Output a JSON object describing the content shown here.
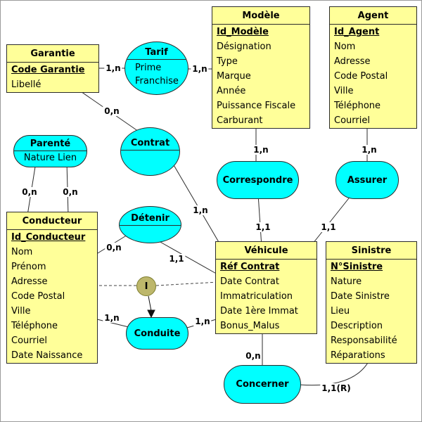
{
  "diagram": {
    "type": "merise-mcd-er-diagram",
    "colors": {
      "entity_fill": "#FFFF99",
      "association_fill": "#00FFFF",
      "constraint_fill": "#BDB76B",
      "line": "#2B2B2B"
    },
    "entities": {
      "garantie": {
        "title": "Garantie",
        "pk": "Code Garantie",
        "attrs": [
          "Libellé"
        ]
      },
      "modele": {
        "title": "Modèle",
        "pk": "Id_Modèle",
        "attrs": [
          "Désignation",
          "Type",
          "Marque",
          "Année",
          "Puissance Fiscale",
          "Carburant"
        ]
      },
      "agent": {
        "title": "Agent",
        "pk": "Id_Agent",
        "attrs": [
          "Nom",
          "Adresse",
          "Code Postal",
          "Ville",
          "Téléphone",
          "Courriel"
        ]
      },
      "conducteur": {
        "title": "Conducteur",
        "pk": "Id_Conducteur",
        "attrs": [
          "Nom",
          "Prénom",
          "Adresse",
          "Code Postal",
          "Ville",
          "Téléphone",
          "Courriel",
          "Date Naissance"
        ]
      },
      "vehicule": {
        "title": "Véhicule",
        "pk": "Réf Contrat",
        "attrs": [
          "Date Contrat",
          "Immatriculation",
          "Date 1ère Immat",
          "Bonus_Malus"
        ]
      },
      "sinistre": {
        "title": "Sinistre",
        "pk": "N°Sinistre",
        "attrs": [
          "Nature",
          "Date Sinistre",
          "Lieu",
          "Description",
          "Responsabilité",
          "Réparations"
        ]
      }
    },
    "associations": {
      "tarif": {
        "title": "Tarif",
        "attrs": [
          "Prime",
          "Franchise"
        ]
      },
      "parente": {
        "title": "Parenté",
        "attrs": [
          "Nature Lien"
        ]
      },
      "contrat": {
        "title": "Contrat"
      },
      "correspondre": {
        "title": "Correspondre"
      },
      "assurer": {
        "title": "Assurer"
      },
      "detenir": {
        "title": "Détenir"
      },
      "conduite": {
        "title": "Conduite"
      },
      "concerner": {
        "title": "Concerner"
      }
    },
    "constraint": {
      "label": "I"
    },
    "cardinalities": {
      "garantie_tarif": "1,n",
      "tarif_modele": "1,n",
      "garantie_contrat": "0,n",
      "contrat_vehicule": "1,n",
      "modele_correspondre": "1,n",
      "correspondre_vehicule": "1,1",
      "agent_assurer": "1,n",
      "assurer_vehicule": "1,1",
      "parente_conducteur_left": "0,n",
      "parente_conducteur_right": "0,n",
      "conducteur_detenir": "0,n",
      "detenir_vehicule": "1,1",
      "conducteur_conduite": "1,n",
      "conduite_vehicule": "1,n",
      "vehicule_concerner": "0,n",
      "concerner_sinistre": "1,1(R)"
    }
  }
}
